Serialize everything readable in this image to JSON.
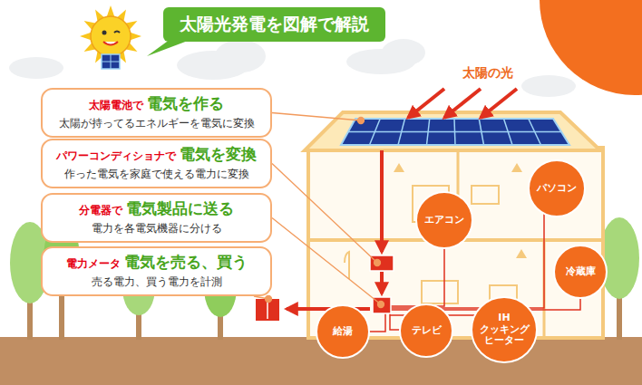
{
  "diagram": {
    "title": "太陽光発電を図解で解説",
    "nodes": [
      {
        "text": [
          "太陽電池で",
          "電気を作る",
          "太陽が持ってるエネルギーを電気に変換"
        ]
      },
      {
        "text": [
          "パワーコンディショナで",
          "電気を変換",
          "作った電気を家庭で使える電力に変換"
        ]
      },
      {
        "text": [
          "分電器で",
          "電気製品に送る",
          "電力を各電気機器に分ける"
        ]
      },
      {
        "text": [
          "電力メータ",
          "電気を売る、買う",
          "売る電力、買う電力を計測"
        ]
      },
      {
        "text": [
          "エアコン"
        ]
      },
      {
        "text": [
          "パソコン"
        ]
      },
      {
        "text": [
          "冷蔵庫"
        ]
      },
      {
        "text": [
          "給湯"
        ]
      },
      {
        "text": [
          "テレビ"
        ]
      },
      {
        "text": [
          "IH クッキング ヒーター"
        ]
      }
    ],
    "labels": [
      "太陽の光"
    ]
  }
}
